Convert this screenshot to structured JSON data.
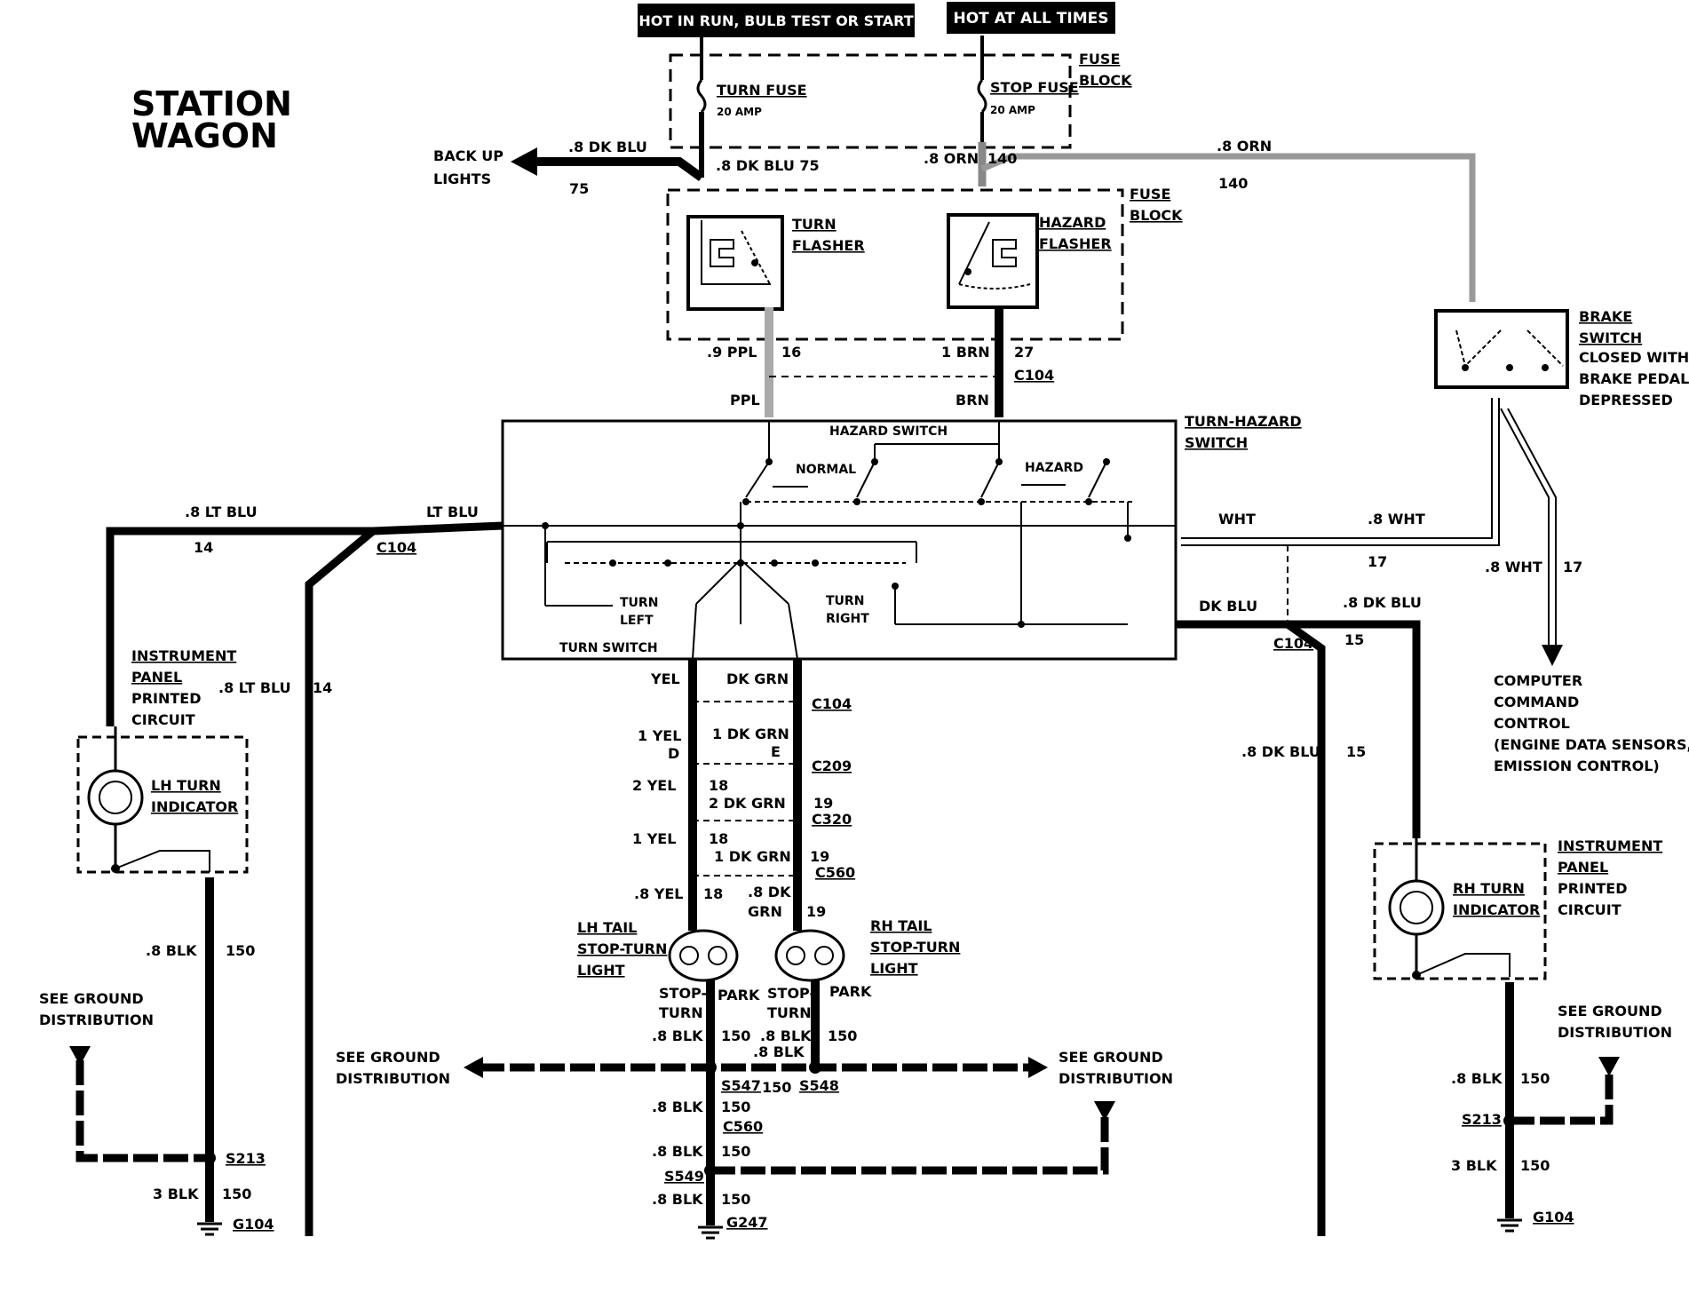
{
  "title": [
    "STATION",
    "WAGON"
  ],
  "headers": {
    "run": "HOT IN RUN, BULB TEST OR START",
    "always": "HOT AT ALL TIMES"
  },
  "fuse_block_top": {
    "label": [
      "FUSE",
      "BLOCK"
    ],
    "turn_fuse": {
      "name": "TURN FUSE",
      "rating": "20 AMP"
    },
    "stop_fuse": {
      "name": "STOP FUSE",
      "rating": "20 AMP"
    }
  },
  "backup": {
    "label": [
      "BACK UP",
      "LIGHTS"
    ],
    "wire": ".8 DK BLU",
    "circuit": "75",
    "wire2": ".8 DK BLU 75"
  },
  "orn": {
    "wire1": ".8 ORN",
    "circuit1": "140",
    "wire2": ".8 ORN",
    "circuit2": "140"
  },
  "fuse_block_mid": {
    "label": [
      "FUSE",
      "BLOCK"
    ],
    "turn_flasher": [
      "TURN",
      "FLASHER"
    ],
    "hazard_flasher": [
      "HAZARD",
      "FLASHER"
    ]
  },
  "flasher_out": {
    "ppl": ".9 PPL",
    "ppl_c": "16",
    "brn": "1 BRN",
    "brn_c": "27",
    "conn": "C104",
    "ppl2": "PPL",
    "brn2": "BRN"
  },
  "brake_switch": {
    "label": [
      "BRAKE",
      "SWITCH",
      "CLOSED WITH",
      "BRAKE PEDAL",
      "DEPRESSED"
    ]
  },
  "turn_hazard": {
    "label": [
      "TURN-HAZARD",
      "SWITCH"
    ],
    "hazard_switch": "HAZARD SWITCH",
    "normal": "NORMAL",
    "hazard": "HAZARD",
    "turn_left": [
      "TURN",
      "LEFT"
    ],
    "turn_right": [
      "TURN",
      "RIGHT"
    ],
    "turn_switch": "TURN SWITCH"
  },
  "left_wire": {
    "w1": ".8 LT BLU",
    "c1": "14",
    "w2": "LT BLU",
    "conn": "C104",
    "w3": ".8 LT BLU",
    "c3": "14"
  },
  "right_wire": {
    "wht": "WHT",
    "wht2": ".8 WHT",
    "c17": "17",
    "wht3": ".8 WHT",
    "c17b": "17",
    "dkblu": "DK BLU",
    "dkblu2": ".8 DK BLU",
    "c15": "15",
    "conn": "C104",
    "dkblu3": ".8 DK BLU",
    "c15b": "15"
  },
  "ccc": [
    "COMPUTER",
    "COMMAND",
    "CONTROL",
    "(ENGINE DATA SENSORS,",
    "EMISSION CONTROL)"
  ],
  "lh_panel": {
    "label": [
      "INSTRUMENT",
      "PANEL",
      "PRINTED",
      "CIRCUIT"
    ],
    "indicator": [
      "LH TURN",
      "INDICATOR"
    ]
  },
  "rh_panel": {
    "label": [
      "INSTRUMENT",
      "PANEL",
      "PRINTED",
      "CIRCUIT"
    ],
    "indicator": [
      "RH TURN",
      "INDICATOR"
    ]
  },
  "center": {
    "yel": "YEL",
    "dkgrn": "DK GRN",
    "c104": "C104",
    "yel1": "1 YEL",
    "d": "D",
    "dkgrn1": "1 DK GRN",
    "e": "E",
    "c209": "C209",
    "yel2": "2 YEL",
    "n18a": "18",
    "dkgrn2": "2 DK GRN",
    "n19a": "19",
    "c320": "C320",
    "yel3": "1 YEL",
    "n18b": "18",
    "dkgrn3": "1 DK GRN",
    "n19b": "19",
    "c560": "C560",
    "yel4": ".8 YEL",
    "n18c": "18",
    "dkgrn4": [
      ".8 DK",
      "GRN"
    ],
    "n19c": "19"
  },
  "lh_tail": {
    "label": [
      "LH TAIL",
      "STOP-TURN",
      "LIGHT"
    ],
    "stop": [
      "STOP-",
      "TURN"
    ],
    "park": "PARK"
  },
  "rh_tail": {
    "label": [
      "RH TAIL",
      "STOP-TURN",
      "LIGHT"
    ],
    "stop": [
      "STOP-",
      "TURN"
    ],
    "park": "PARK"
  },
  "ground_center": {
    "blk1": ".8 BLK",
    "n150a": "150",
    "blk2": ".8 BLK",
    "n150b": "150",
    "blk3": ".8 BLK",
    "s547": "S547",
    "n150c": "150",
    "s548": "S548",
    "blk4": ".8 BLK",
    "n150d": "150",
    "c560": "C560",
    "blk5": ".8 BLK",
    "n150e": "150",
    "s549": "S549",
    "blk6": ".8 BLK",
    "n150f": "150",
    "g247": "G247"
  },
  "see_ground": [
    "SEE GROUND",
    "DISTRIBUTION"
  ],
  "ground_left": {
    "blk1": ".8 BLK",
    "n150a": "150",
    "s213": "S213",
    "blk2": "3 BLK",
    "n150b": "150",
    "g104": "G104"
  },
  "ground_right": {
    "blk1": ".8 BLK",
    "n150a": "150",
    "s213": "S213",
    "blk2": "3 BLK",
    "n150b": "150",
    "g104": "G104"
  }
}
